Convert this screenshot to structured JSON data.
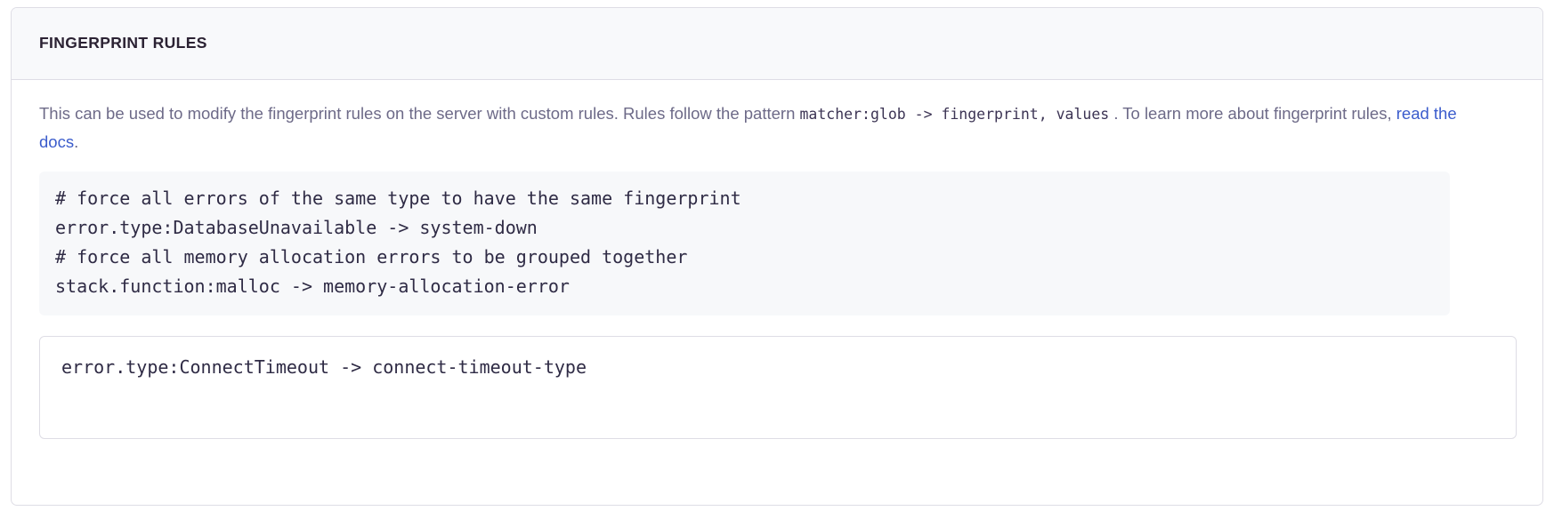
{
  "card": {
    "title": "FINGERPRINT RULES",
    "description": {
      "part1": "This can be used to modify the fingerprint rules on the server with custom rules. Rules follow the pattern ",
      "code1": "matcher:glob -> fingerprint, values",
      "part2": " . To learn more about fingerprint rules, ",
      "link_label": "read the docs",
      "part3": "."
    },
    "example_code": "# force all errors of the same type to have the same fingerprint\nerror.type:DatabaseUnavailable -> system-down\n# force all memory allocation errors to be grouped together\nstack.function:malloc -> memory-allocation-error",
    "rules_editor": {
      "value": "error.type:ConnectTimeout -> connect-timeout-type",
      "placeholder": "error.type:ConnectTimeout -> connect-timeout-type"
    }
  },
  "colors": {
    "card_border": "#dedde5",
    "header_background": "#f8f9fb",
    "title_text": "#2b2233",
    "body_text": "#6d6a88",
    "link": "#3b5ccc",
    "code_background": "#f7f8fa",
    "code_text": "#2f2b45"
  }
}
